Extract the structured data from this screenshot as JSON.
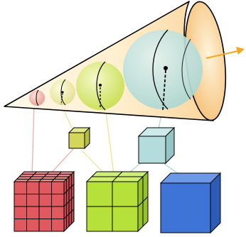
{
  "diagram": {
    "kind": "cone-of-spheres-to-voxel-grids",
    "text_labels": [],
    "colors": {
      "cone_fill_light": "#fff3dc",
      "cone_fill_deep": "#fbd8a0",
      "cone_outline": "#000000",
      "arrow": "#f5a623",
      "sphere_small": "#f2a7a0",
      "sphere_medium_light": "#f2f0a8",
      "sphere_medium": "#d6e86a",
      "sphere_large": "#b7e0dc",
      "cube_small_yellow": "#d9dc6a",
      "cube_small_teal": "#b7e0e0",
      "grid_red": "#e0595f",
      "grid_green": "#b6e03a",
      "grid_blue": "#3e74d6",
      "link_red": "#f0b4b4",
      "link_yellow": "#e8ea9c",
      "link_teal": "#b8d8d8"
    },
    "grids": [
      {
        "name": "fine-red-grid",
        "subdivisions": 4
      },
      {
        "name": "medium-green-grid",
        "subdivisions": 2
      },
      {
        "name": "coarse-blue-grid",
        "subdivisions": 1
      }
    ]
  }
}
